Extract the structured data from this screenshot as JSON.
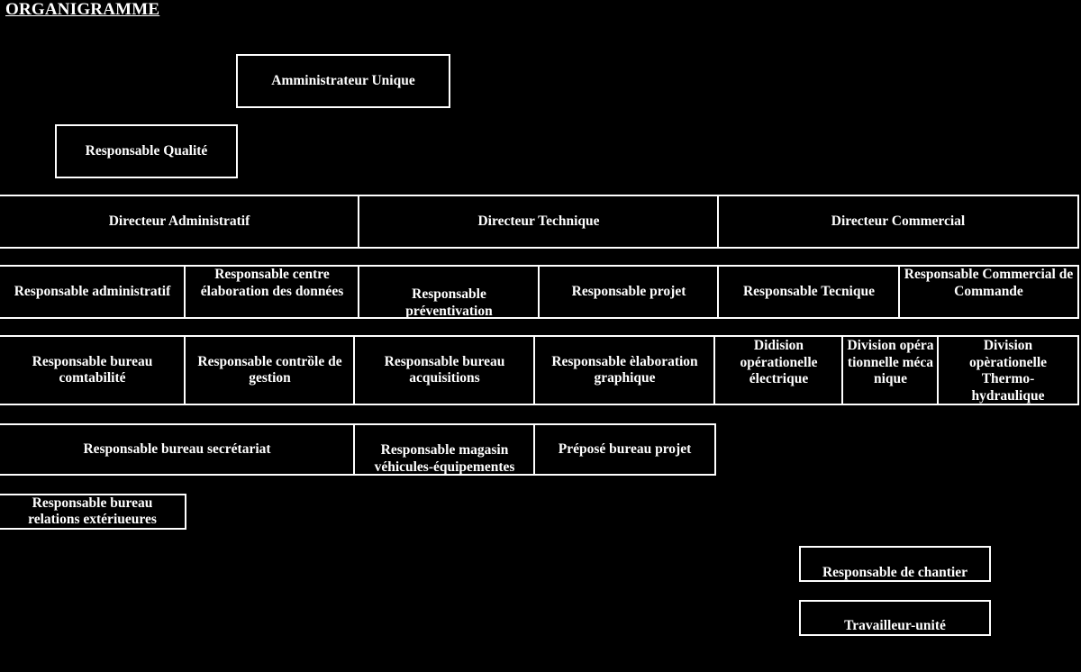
{
  "title": "ORGANIGRAMME",
  "boxes": {
    "admin_unique": "Amministrateur Unique",
    "resp_qualite": "Responsable Qualité",
    "dir_admin": "Directeur Administratif",
    "dir_tech": "Directeur Technique",
    "dir_comm": "Directeur Commercial",
    "resp_administratif": "Responsable administratif",
    "resp_centre": "Responsable centre élaboration des données",
    "resp_preventivation": "Responsable préventivation",
    "resp_projet": "Responsable projet",
    "resp_tecnique": "Responsable Tecnique",
    "resp_commercial": "Responsable Commercial de Commande",
    "resp_comptabilite": "Responsable bureau comtabilité",
    "resp_controle": "Responsable contrȍle de gestion",
    "resp_acquisitions": "Responsable bureau acquisitions",
    "resp_elaboration": "Responsable èlaboration graphique",
    "div_electrique": "Didision opérationelle électrique",
    "div_mecanique": "Division opérationnelle mécanique",
    "div_thermo": "Division opèrationelle Thermo-hydraulique",
    "resp_secretariat": "Responsable bureau secrétariat",
    "resp_magasin": "Responsable magasin véhicules-équipementes",
    "prepose_projet": "Préposé bureau projet",
    "resp_relations": "Responsable bureau relations extériueures",
    "resp_chantier": "Responsable de chantier",
    "travailleur": "Travailleur-unité"
  }
}
